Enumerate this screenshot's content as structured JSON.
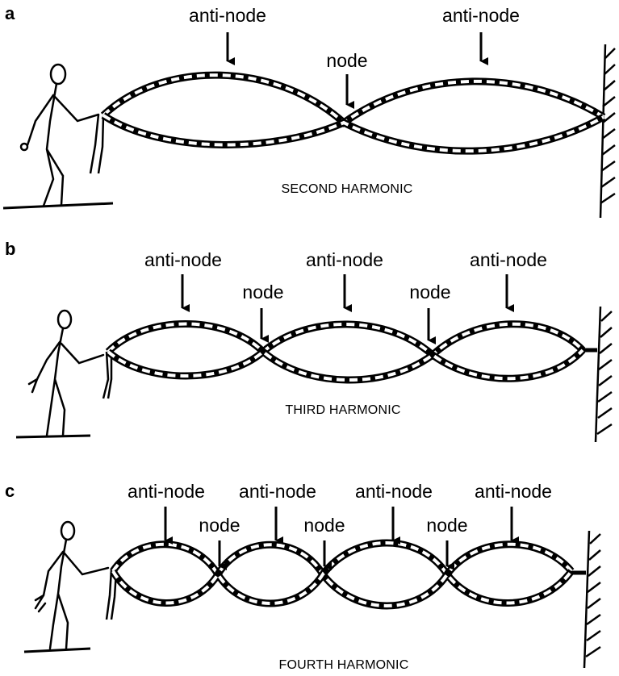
{
  "panels": [
    {
      "letter": "a",
      "title": "SECOND HARMONIC"
    },
    {
      "letter": "b",
      "title": "THIRD HARMONIC"
    },
    {
      "letter": "c",
      "title": "FOURTH HARMONIC"
    }
  ],
  "labels": {
    "antinode": "anti-node",
    "node": "node"
  }
}
